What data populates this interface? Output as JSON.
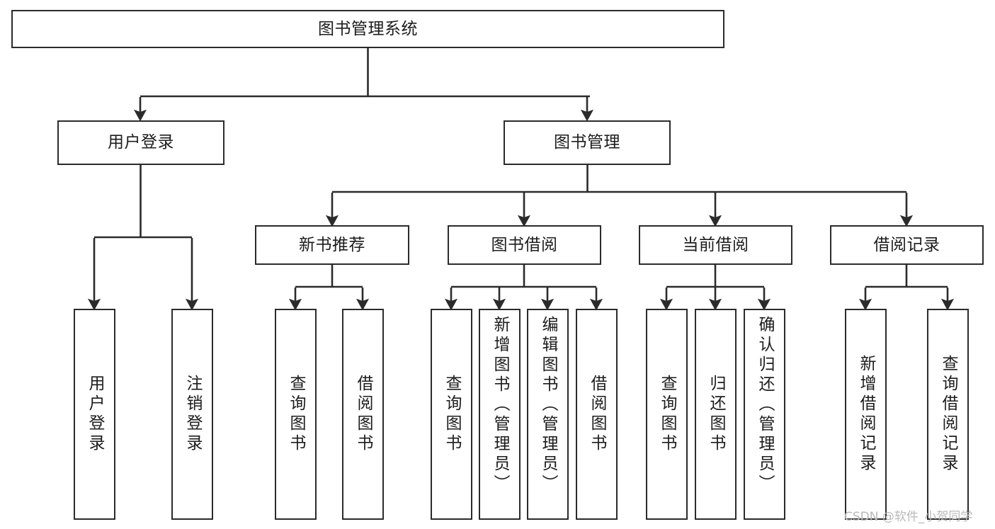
{
  "diagram": {
    "type": "tree",
    "title": "图书管理系统",
    "orientation": "top-down",
    "colors": {
      "box_border": "#2b2b2b",
      "box_fill": "#ffffff",
      "connector": "#2b2b2b",
      "canvas": "#ffffff",
      "watermark": "#b9b9b9"
    },
    "watermark": "CSDN @软件_小贺同学",
    "levels": {
      "level1": [
        {
          "id": "root",
          "label": "图书管理系统"
        }
      ],
      "level2": [
        {
          "id": "user-login",
          "label": "用户登录",
          "parent": "root"
        },
        {
          "id": "book-manage",
          "label": "图书管理",
          "parent": "root"
        }
      ],
      "level3": [
        {
          "id": "new-book-rec",
          "label": "新书推荐",
          "parent": "book-manage"
        },
        {
          "id": "book-borrow",
          "label": "图书借阅",
          "parent": "book-manage"
        },
        {
          "id": "current-borrow",
          "label": "当前借阅",
          "parent": "book-manage"
        },
        {
          "id": "borrow-record",
          "label": "借阅记录",
          "parent": "book-manage"
        }
      ],
      "leaves": [
        {
          "id": "leaf-user-login",
          "label": "用户登录",
          "parent": "user-login"
        },
        {
          "id": "leaf-user-logout",
          "label": "注销登录",
          "parent": "user-login"
        },
        {
          "id": "leaf-query-book-1",
          "label": "查询图书",
          "parent": "new-book-rec"
        },
        {
          "id": "leaf-borrow-book-1",
          "label": "借阅图书",
          "parent": "new-book-rec"
        },
        {
          "id": "leaf-query-book-2",
          "label": "查询图书",
          "parent": "book-borrow"
        },
        {
          "id": "leaf-add-book",
          "label": "新增图书（管理员）",
          "parent": "book-borrow"
        },
        {
          "id": "leaf-edit-book",
          "label": "编辑图书（管理员）",
          "parent": "book-borrow"
        },
        {
          "id": "leaf-borrow-book-2",
          "label": "借阅图书",
          "parent": "book-borrow"
        },
        {
          "id": "leaf-query-book-3",
          "label": "查询图书",
          "parent": "current-borrow"
        },
        {
          "id": "leaf-return-book",
          "label": "归还图书",
          "parent": "current-borrow"
        },
        {
          "id": "leaf-confirm-return",
          "label": "确认归还（管理员）",
          "parent": "current-borrow"
        },
        {
          "id": "leaf-add-record",
          "label": "新增借阅记录",
          "parent": "borrow-record"
        },
        {
          "id": "leaf-query-record",
          "label": "查询借阅记录",
          "parent": "borrow-record"
        }
      ]
    }
  }
}
